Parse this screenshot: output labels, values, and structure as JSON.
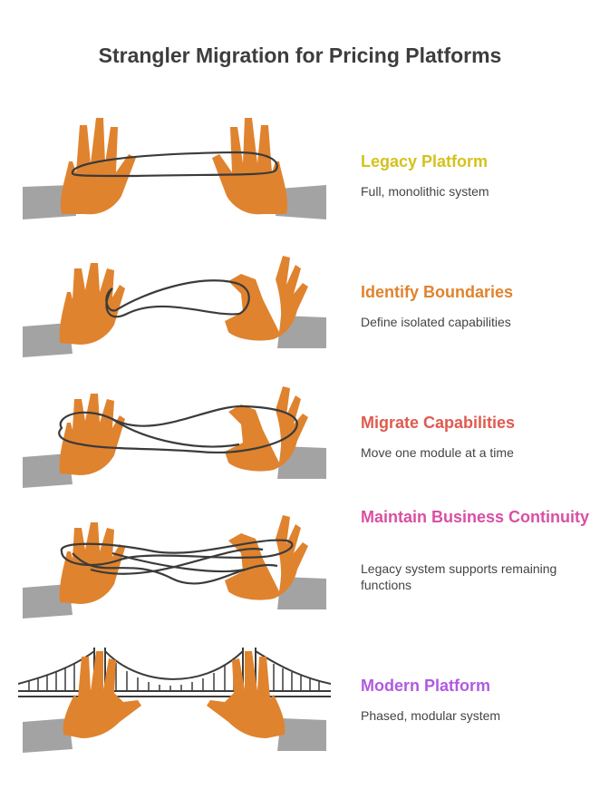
{
  "title": "Strangler Migration for Pricing Platforms",
  "colors": {
    "legacy": "#d4c21c",
    "identify": "#e0832e",
    "migrate": "#e05a4e",
    "maintain": "#d94fa3",
    "modern": "#b05ae0",
    "hand": "#e0832e",
    "sleeve": "#a3a3a3"
  },
  "steps": [
    {
      "label": "Legacy Platform",
      "description": "Full, monolithic system",
      "icon": "hands-string-loop-icon"
    },
    {
      "label": "Identify Boundaries",
      "description": "Define isolated capabilities",
      "icon": "hands-string-cross-icon"
    },
    {
      "label": "Migrate Capabilities",
      "description": "Move one module at a time",
      "icon": "hands-string-figure-icon"
    },
    {
      "label": "Maintain Business Continuity",
      "description": "Legacy system supports remaining functions",
      "icon": "hands-string-web-icon"
    },
    {
      "label": "Modern Platform",
      "description": "Phased, modular system",
      "icon": "hands-bridge-icon"
    }
  ]
}
